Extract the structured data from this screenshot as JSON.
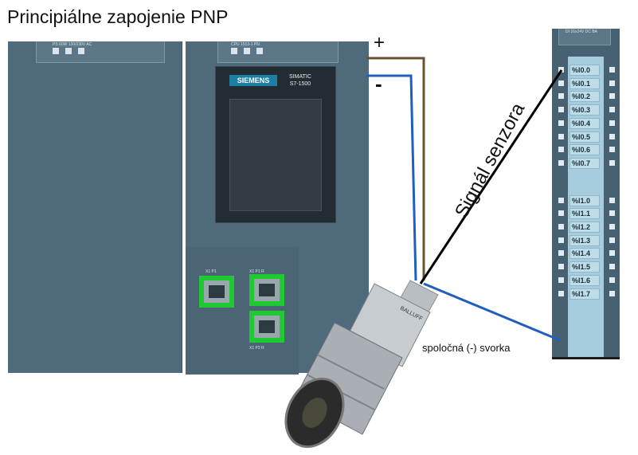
{
  "title": "Principiálne zapojenie PNP",
  "psu_label": "PS 60W 120/230V AC",
  "cpu": {
    "slot_label": "CPU 1513-1 PN",
    "brand": "SIEMENS",
    "model_line1": "SIMATIC",
    "model_line2": "S7-1500",
    "port_labels": [
      "X1 P1",
      "X1 P1 R",
      "X1 P2 R"
    ]
  },
  "io_module": {
    "slot_label": "DI 16x24V DC BA",
    "inputs": [
      "%I0.0",
      "%I0.1",
      "%I0.2",
      "%I0.3",
      "%I0.4",
      "%I0.5",
      "%I0.6",
      "%I0.7",
      "%I1.0",
      "%I1.1",
      "%I1.2",
      "%I1.3",
      "%I1.4",
      "%I1.5",
      "%I1.6",
      "%I1.7"
    ]
  },
  "wires": {
    "plus_label": "+",
    "minus_label": "-",
    "signal_label": "Signál senzora",
    "common_label": "spoločná (-) svorka",
    "colors": {
      "plus": "#6b5332",
      "minus": "#1f5fbf",
      "signal": "#000000",
      "common": "#1f5fbf"
    }
  },
  "sensor": {
    "brand": "BALLUFF"
  }
}
